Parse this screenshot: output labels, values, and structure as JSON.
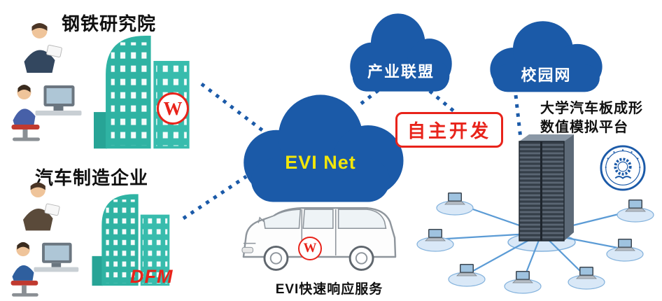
{
  "labels": {
    "steel_institute": "钢铁研究院",
    "auto_maker": "汽车制造企业",
    "evi_net": "EVI Net",
    "industry_alliance": "产业联盟",
    "campus_network": "校园网",
    "independent_dev": "自主开发",
    "platform_line1": "大学汽车板成形",
    "platform_line2": "数值模拟平台",
    "van_service": "EVI快速响应服务"
  },
  "logos": {
    "wisco_w": "W",
    "dfm": "DFM"
  },
  "colors": {
    "cloud_blue": "#1b5aa8",
    "teal": "#2fb3a3",
    "brand_red": "#e8231a",
    "evi_yellow": "#f2e60a",
    "connector_blue": "#1b5aa8",
    "network_blue": "#5b9bd5",
    "text_black": "#101010"
  }
}
